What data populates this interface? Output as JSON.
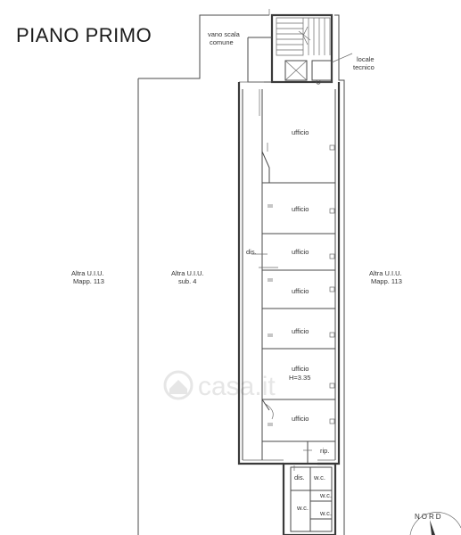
{
  "title": "PIANO PRIMO",
  "labels": {
    "vano_scala_1": "vano scala",
    "vano_scala_2": "comune",
    "locale_tecnico_1": "locale",
    "locale_tecnico_2": "tecnico",
    "altra_left_1": "Altra U.I.U.",
    "altra_left_2": "Mapp. 113",
    "altra_mid_1": "Altra U.I.U.",
    "altra_mid_2": "sub. 4",
    "altra_right_1": "Altra U.I.U.",
    "altra_right_2": "Mapp. 113",
    "dis_corridor": "dis.",
    "ufficio_1": "ufficio",
    "ufficio_2": "ufficio",
    "ufficio_3": "ufficio",
    "ufficio_4": "ufficio",
    "ufficio_5": "ufficio",
    "ufficio_6": "ufficio",
    "ufficio_6_height": "H=3.35",
    "ufficio_7": "ufficio",
    "rip": "rip.",
    "dis_small": "dis.",
    "wc_1": "w.c.",
    "wc_2": "w.c.",
    "wc_3": "w.c.",
    "wc_4": "w.c."
  },
  "compass": {
    "label": "NORD"
  },
  "watermark": {
    "text": "casa.it"
  }
}
